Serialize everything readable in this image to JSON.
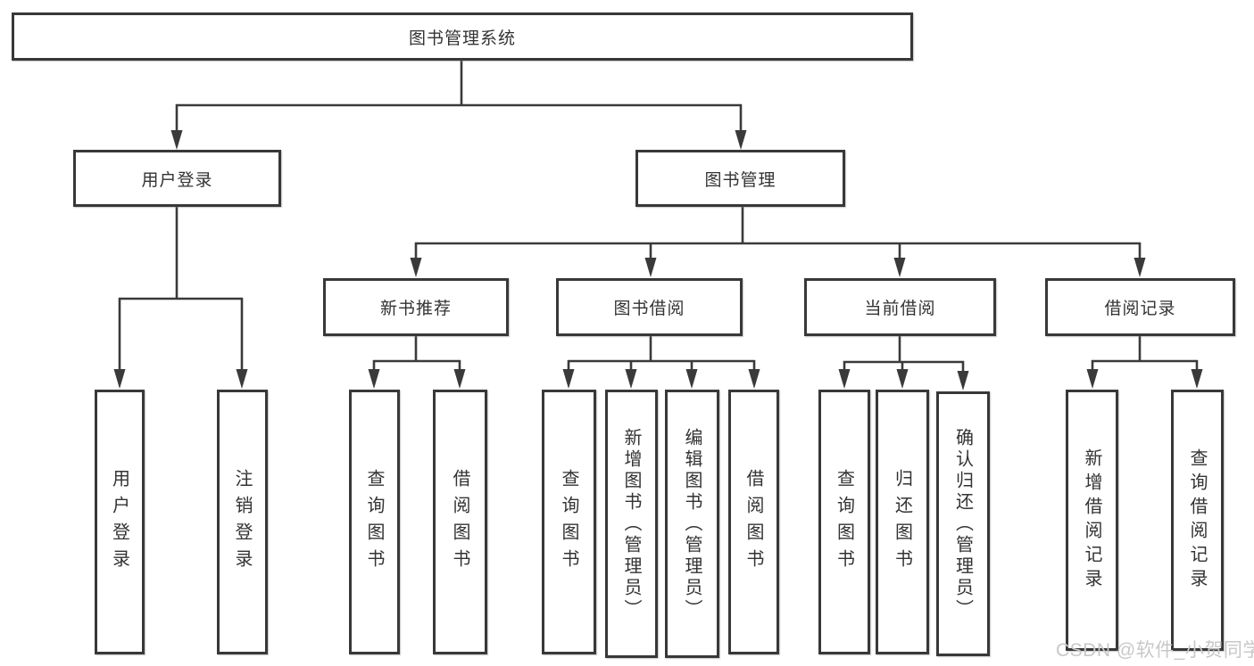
{
  "diagram": {
    "root": {
      "label": "图书管理系统"
    },
    "branches": [
      {
        "label": "用户登录",
        "children": [
          {
            "label": "用户登录"
          },
          {
            "label": "注销登录"
          }
        ]
      },
      {
        "label": "图书管理",
        "children": [
          {
            "label": "新书推荐",
            "children": [
              {
                "label": "查询图书"
              },
              {
                "label": "借阅图书"
              }
            ]
          },
          {
            "label": "图书借阅",
            "children": [
              {
                "label": "查询图书"
              },
              {
                "label": "新增图书（管理员）"
              },
              {
                "label": "编辑图书（管理员）"
              },
              {
                "label": "借阅图书"
              }
            ]
          },
          {
            "label": "当前借阅",
            "children": [
              {
                "label": "查询图书"
              },
              {
                "label": "归还图书"
              },
              {
                "label": "确认归还（管理员）"
              }
            ]
          },
          {
            "label": "借阅记录",
            "children": [
              {
                "label": "新增借阅记录"
              },
              {
                "label": "查询借阅记录"
              }
            ]
          }
        ]
      }
    ],
    "watermark": "CSDN @软件_小贺同学",
    "colors": {
      "line": "#3a3a3a",
      "border": "#383838",
      "text": "#333333",
      "watermark": "#c8c8c8",
      "background": "#ffffff"
    }
  }
}
